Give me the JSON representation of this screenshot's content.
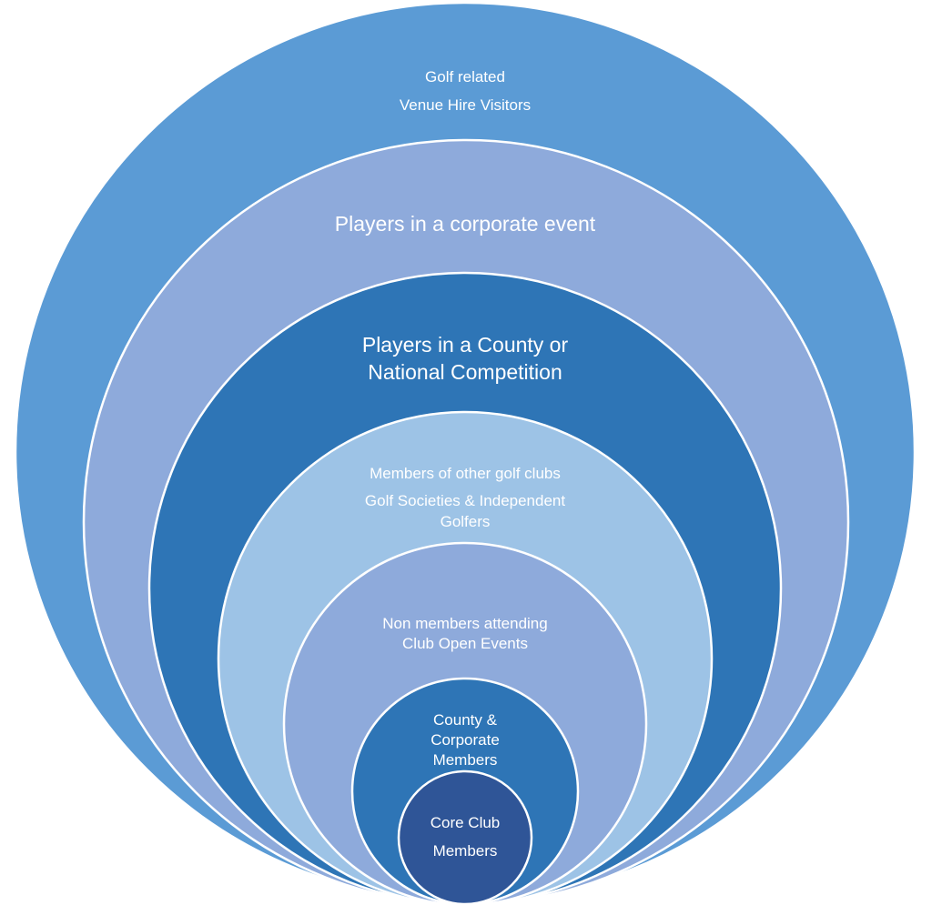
{
  "colors": {
    "ring_outer": "#5b9bd5",
    "ring_2": "#8eaadb",
    "ring_3": "#2e75b6",
    "ring_4": "#9dc3e6",
    "ring_5": "#8eaadb",
    "ring_6": "#2e75b6",
    "ring_core": "#2f5597",
    "label": "#ffffff",
    "separator": "#ffffff"
  },
  "rings": [
    {
      "id": "venue-hire",
      "lines": [
        "Golf related",
        "Venue Hire Visitors"
      ]
    },
    {
      "id": "corporate-event",
      "lines": [
        "Players in a corporate event"
      ]
    },
    {
      "id": "county-national",
      "lines": [
        "Players in a  County or",
        "National Competition"
      ]
    },
    {
      "id": "other-clubs",
      "lines": [
        "Members of other golf clubs",
        "Golf Societies & Independent",
        "Golfers"
      ]
    },
    {
      "id": "open-events",
      "lines": [
        "Non members attending",
        "Club Open Events"
      ]
    },
    {
      "id": "county-corporate",
      "lines": [
        "County &",
        "Corporate",
        "Members"
      ]
    },
    {
      "id": "core",
      "lines": [
        "Core Club",
        "Members"
      ]
    }
  ]
}
